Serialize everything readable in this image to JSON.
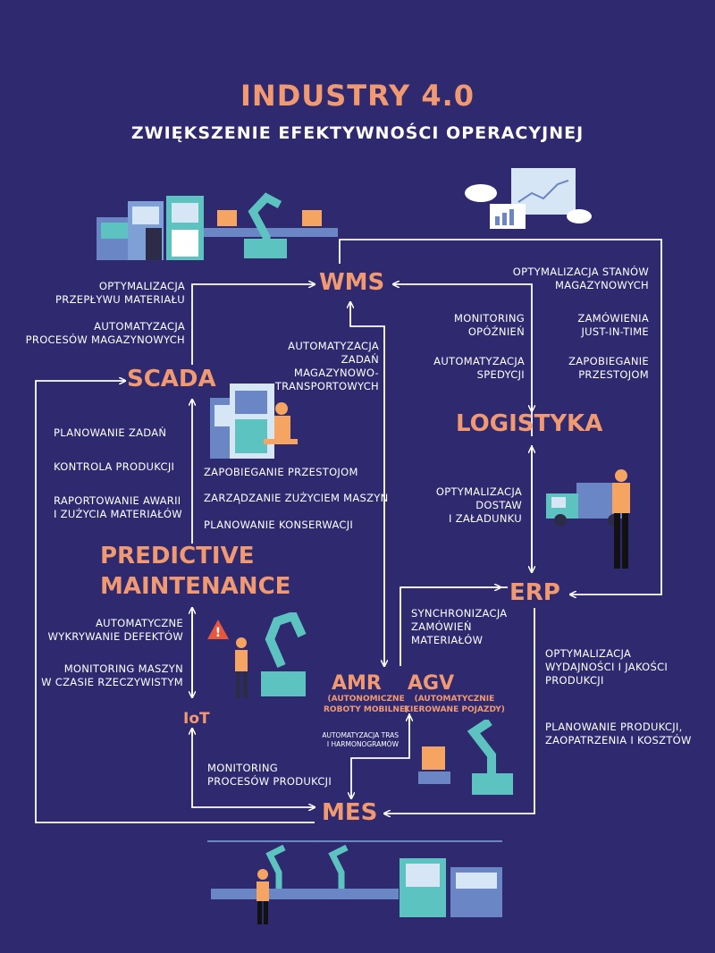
{
  "header": {
    "title": "INDUSTRY 4.0",
    "subtitle": "ZWIĘKSZENIE EFEKTYWNOŚCI OPERACYJNEJ"
  },
  "nodes": {
    "wms": "WMS",
    "scada": "SCADA",
    "logistyka": "LOGISTYKA",
    "predictive_1": "PREDICTIVE",
    "predictive_2": "MAINTENANCE",
    "erp": "ERP",
    "amr": "AMR",
    "amr_sub": "(AUTONOMICZNE\nROBOTY MOBILNE)",
    "agv": "AGV",
    "agv_sub": "(AUTOMATYCZNIE\nKIEROWANE POJAZDY)",
    "iot": "IoT",
    "mes": "MES"
  },
  "labels": {
    "opt_przeplywu": "OPTYMALIZACJA\nPRZEPŁYWU MATERIAŁU",
    "autom_procesow_mag": "AUTOMATYZACJA\nPROCESÓW MAGAZYNOWYCH",
    "autom_zadan": "AUTOMATYZACJA\nZADAŃ\nMAGAZYNOWO-\nTRANSPORTOWYCH",
    "opt_stanow": "OPTYMALIZACJA STANÓW\nMAGAZYNOWYCH",
    "monitoring_opoznien": "MONITORING\nOPÓŹNIEŃ",
    "zamowienia_jit": "ZAMÓWIENIA\nJUST-IN-TIME",
    "autom_spedycji": "AUTOMATYZACJA\nSPEDYCJI",
    "zapobieganie_przestojom_r": "ZAPOBIEGANIE\nPRZESTOJOM",
    "planowanie_zadan": "PLANOWANIE ZADAŃ",
    "kontrola_produkcji": "KONTROLA PRODUKCJI",
    "raportowanie": "RAPORTOWANIE AWARII\nI ZUŻYCIA MATERIAŁÓW",
    "zapobieganie_przestojom": "ZAPOBIEGANIE PRZESTOJOM",
    "zarzadzanie_zuzyciem": "ZARZĄDZANIE ZUŻYCIEM MASZYN",
    "planowanie_konserwacji": "PLANOWANIE KONSERWACJI",
    "opt_dostaw": "OPTYMALIZACJA\nDOSTAW\nI ZAŁADUNKU",
    "synchronizacja": "SYNCHRONIZACJA\nZAMÓWIEŃ\nMATERIAŁÓW",
    "autom_wykrywanie": "AUTOMATYCZNE\nWYKRYWANIE DEFEKTÓW",
    "monitoring_maszyn": "MONITORING MASZYN\nW CZASIE RZECZYWISTYM",
    "opt_wydajnosci": "OPTYMALIZACJA\nWYDAJNOŚCI I JAKOŚCI\nPRODUKCJI",
    "planowanie_produkcji": "PLANOWANIE PRODUKCJI,\nZAOPATRZENIA I KOSZTÓW",
    "autom_tras": "AUTOMATYZACJA TRAS\nI HARMONOGRAMÓW",
    "monitoring_procesow": "MONITORING\nPROCESÓW PRODUKCJI"
  },
  "colors": {
    "background": "#2f2a6f",
    "accent": "#f19a72",
    "teal": "#5cc3c0",
    "machine_blue": "#6b86c4",
    "lines": "#ffffff"
  },
  "icons": [
    "factory-machines-icon",
    "robot-arm-icon",
    "cloud-dashboard-icon",
    "operator-workstation-icon",
    "truck-worker-icon",
    "warning-robot-icon",
    "agv-robot-icon",
    "production-line-icon"
  ]
}
